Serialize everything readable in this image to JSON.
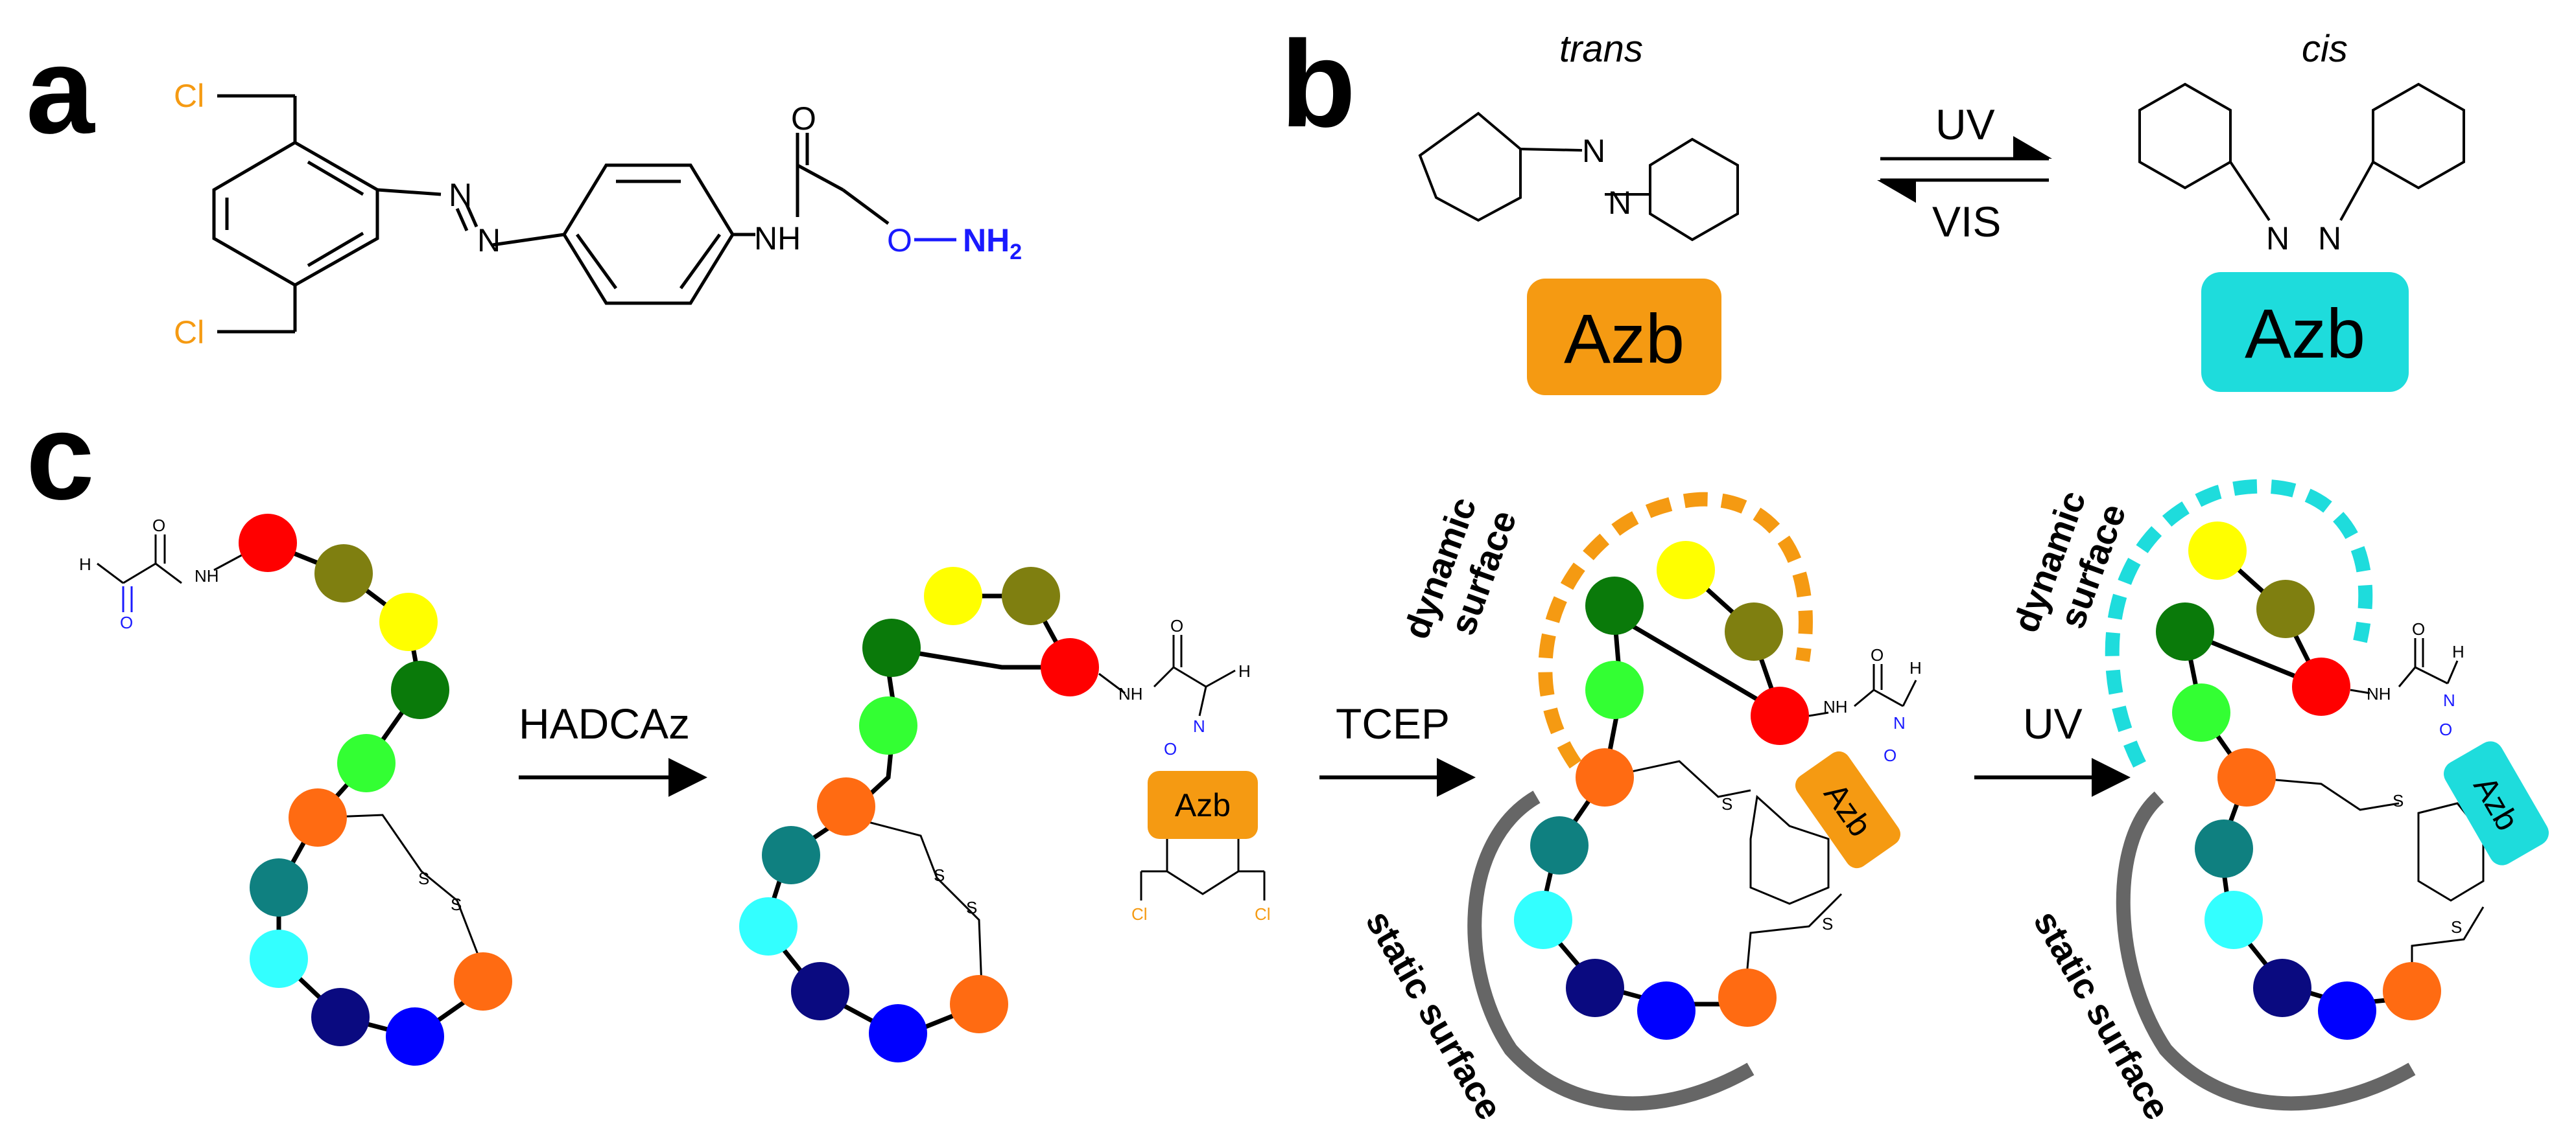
{
  "panels": {
    "a": "a",
    "b": "b",
    "c": "c"
  },
  "panel_a": {
    "cl_top": "Cl",
    "cl_bottom": "Cl",
    "n1": "N",
    "n2": "N",
    "carbonyl_o": "O",
    "nh": "NH",
    "ether_o": "O",
    "nh2": "NH",
    "nh2_sub": "2"
  },
  "panel_b": {
    "trans_label": "trans",
    "cis_label": "cis",
    "uv_label": "UV",
    "vis_label": "VIS",
    "trans_n1": "N",
    "trans_n2": "N",
    "cis_n1": "N",
    "cis_n2": "N",
    "azb_trans": "Azb",
    "azb_cis": "Azb",
    "colors": {
      "trans": "#f59a12",
      "cis": "#1edcdc"
    }
  },
  "panel_c": {
    "arrow1_label": "HADCAz",
    "arrow2_label": "TCEP",
    "arrow3_label": "UV",
    "dynamic_line1": "dynamic",
    "dynamic_line2": "surface",
    "dynamic2_line1": "dynamic",
    "dynamic2_line2": "surface",
    "static_label": "static surface",
    "static2_label": "static surface",
    "azb_1": "Azb",
    "azb_2": "Azb",
    "azb_3": "Azb",
    "s_labels": [
      "S",
      "S",
      "S",
      "S",
      "S",
      "S",
      "S",
      "S"
    ],
    "h_labels": [
      "H",
      "H",
      "H",
      "H"
    ],
    "o_labels": [
      "O",
      "O",
      "O",
      "O",
      "O",
      "O",
      "O",
      "O"
    ],
    "nh_labels": [
      "NH",
      "NH",
      "NH",
      "NH"
    ],
    "n_labels": [
      "N",
      "N",
      "N"
    ],
    "cl_labels": [
      "Cl",
      "Cl"
    ],
    "bead_colors": [
      "#ff0000",
      "#7f7f10",
      "#ffff00",
      "#0a7a0a",
      "#33ff33",
      "#ff6b12",
      "#0f8080",
      "#33ffff",
      "#0a0a80",
      "#0000ff",
      "#ff6b12"
    ]
  }
}
